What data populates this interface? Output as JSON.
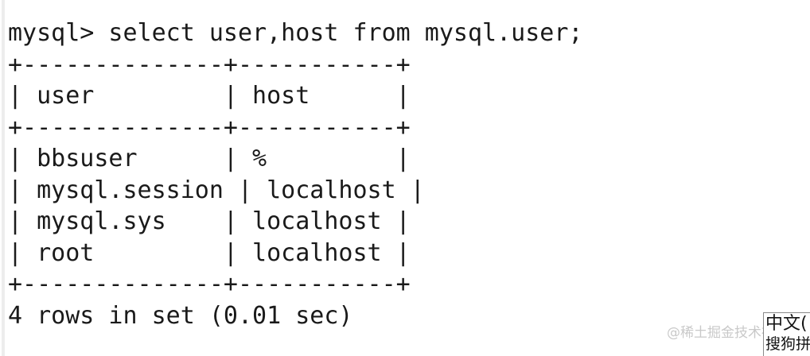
{
  "window": {
    "title": "mysql> select user,host from mysql.user;",
    "background_color": "#ffffff",
    "text_color": "#1a1a1a"
  },
  "terminal": {
    "prompt": "mysql>",
    "command": "select user,host from mysql.user;",
    "prompt_line": "mysql> select user,host from mysql.user;",
    "lines": [
      "mysql> select user,host from mysql.user;",
      "+--------------+-----------+",
      "| user         | host      |",
      "+--------------+-----------+",
      "| bbsuser      | %         |",
      "| mysql.session | localhost |",
      "| mysql.sys    | localhost |",
      "| root         | localhost |",
      "+--------------+-----------+",
      "4 rows in set (0.01 sec)"
    ],
    "separator_top": "+--------------+-----------+",
    "separator_mid": "+--------------+-----------+",
    "separator_bottom": "+--------------+-----------+",
    "header_row": "| user         | host      |",
    "row_1": "| bbsuser      | %         |",
    "row_2": "| mysql.session | localhost |",
    "row_3": "| mysql.sys    | localhost |",
    "row_4": "| root         | localhost |",
    "status_line": "4 rows in set (0.01 sec)",
    "result_table": {
      "columns": [
        "user",
        "host"
      ],
      "rows": [
        [
          "bbsuser",
          "%"
        ],
        [
          "mysql.session",
          "localhost"
        ],
        [
          "mysql.sys",
          "localhost"
        ],
        [
          "root",
          "localhost"
        ]
      ],
      "row_count": 4,
      "elapsed_seconds": "0.01"
    }
  },
  "watermark": {
    "text": "@稀土掘金技术社区",
    "color": "#c9c9c9"
  },
  "ime_popup": {
    "mode_label": "中文(",
    "engine_label": "搜狗拼",
    "border_color": "#8a8a8a"
  }
}
